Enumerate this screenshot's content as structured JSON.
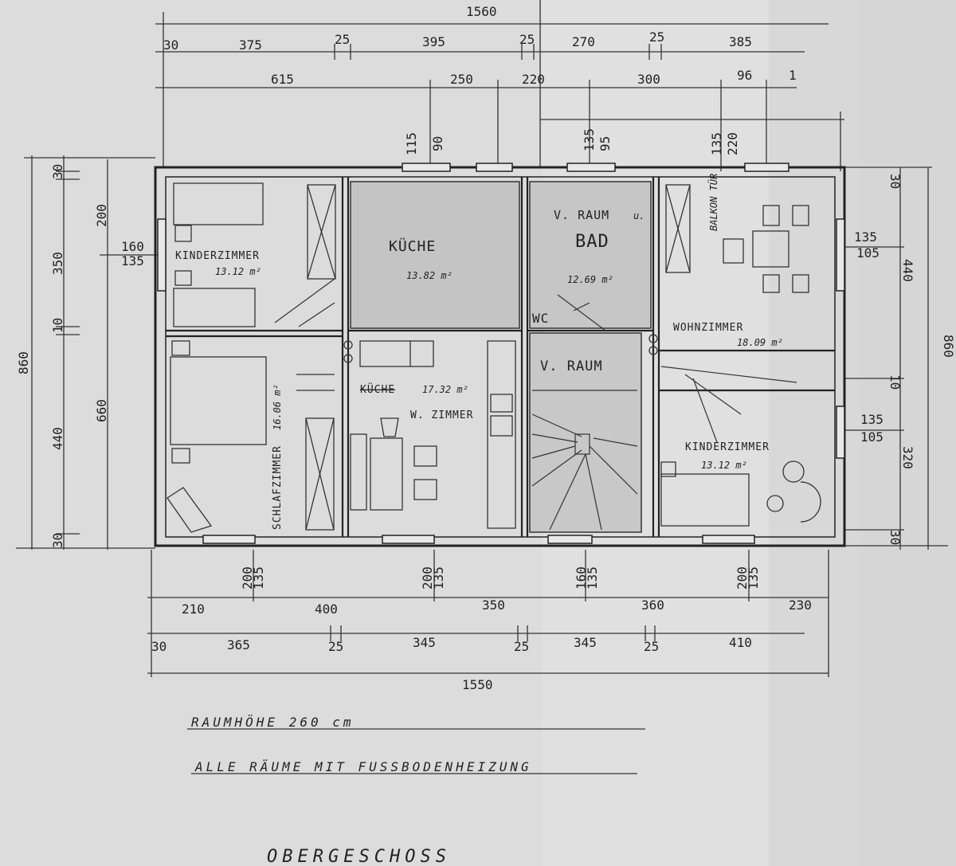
{
  "plan": {
    "top_dims": {
      "overall": "1560",
      "row1": [
        "30",
        "375",
        "25",
        "395",
        "25",
        "270",
        "25",
        "385"
      ],
      "row2": [
        "615",
        "250",
        "220",
        "300",
        "96",
        "1"
      ],
      "openings": [
        "115",
        "90",
        "135",
        "95",
        "135",
        "220"
      ]
    },
    "left_dims": {
      "overall": "860",
      "outer": [
        "30",
        "200",
        "350",
        "10",
        "440",
        "660",
        "30"
      ],
      "door": [
        "160",
        "135"
      ]
    },
    "right_dims": {
      "overall": "860",
      "inner": [
        "30",
        "440",
        "10",
        "320",
        "30"
      ],
      "windows": [
        "135",
        "105",
        "135",
        "105"
      ]
    },
    "bottom_dims": {
      "openings": [
        "200",
        "135",
        "200",
        "135",
        "160",
        "135",
        "200",
        "135"
      ],
      "row1": [
        "210",
        "400",
        "350",
        "360",
        "230"
      ],
      "row2": [
        "30",
        "365",
        "25",
        "345",
        "25",
        "345",
        "25",
        "410"
      ],
      "overall": "1550"
    },
    "rooms": [
      {
        "name": "KINDERZIMMER",
        "area": "13.12 m²"
      },
      {
        "name": "KÜCHE",
        "area": "13.82 m²"
      },
      {
        "name": "V. RAUM",
        "note": "u.",
        "name2": "BAD",
        "area": "12.69 m²"
      },
      {
        "name": "BALKON TÜR"
      },
      {
        "name": "WOHNZIMMER",
        "area": "18.09 m²"
      },
      {
        "name": "SCHLAFZIMMER",
        "area": "16.06 m²"
      },
      {
        "name": "KÜCHE",
        "area": "17.32 m²",
        "name2": "W. ZIMMER"
      },
      {
        "name": "WC"
      },
      {
        "name": "V. RAUM"
      },
      {
        "name": "KINDERZIMMER",
        "area": "13.12 m²"
      }
    ],
    "notes": {
      "height": "RAUMHÖHE 260 cm",
      "heating": "ALLE RÄUME MIT FUSSBODENHEIZUNG",
      "title": "OBERGESCHOSS"
    }
  }
}
